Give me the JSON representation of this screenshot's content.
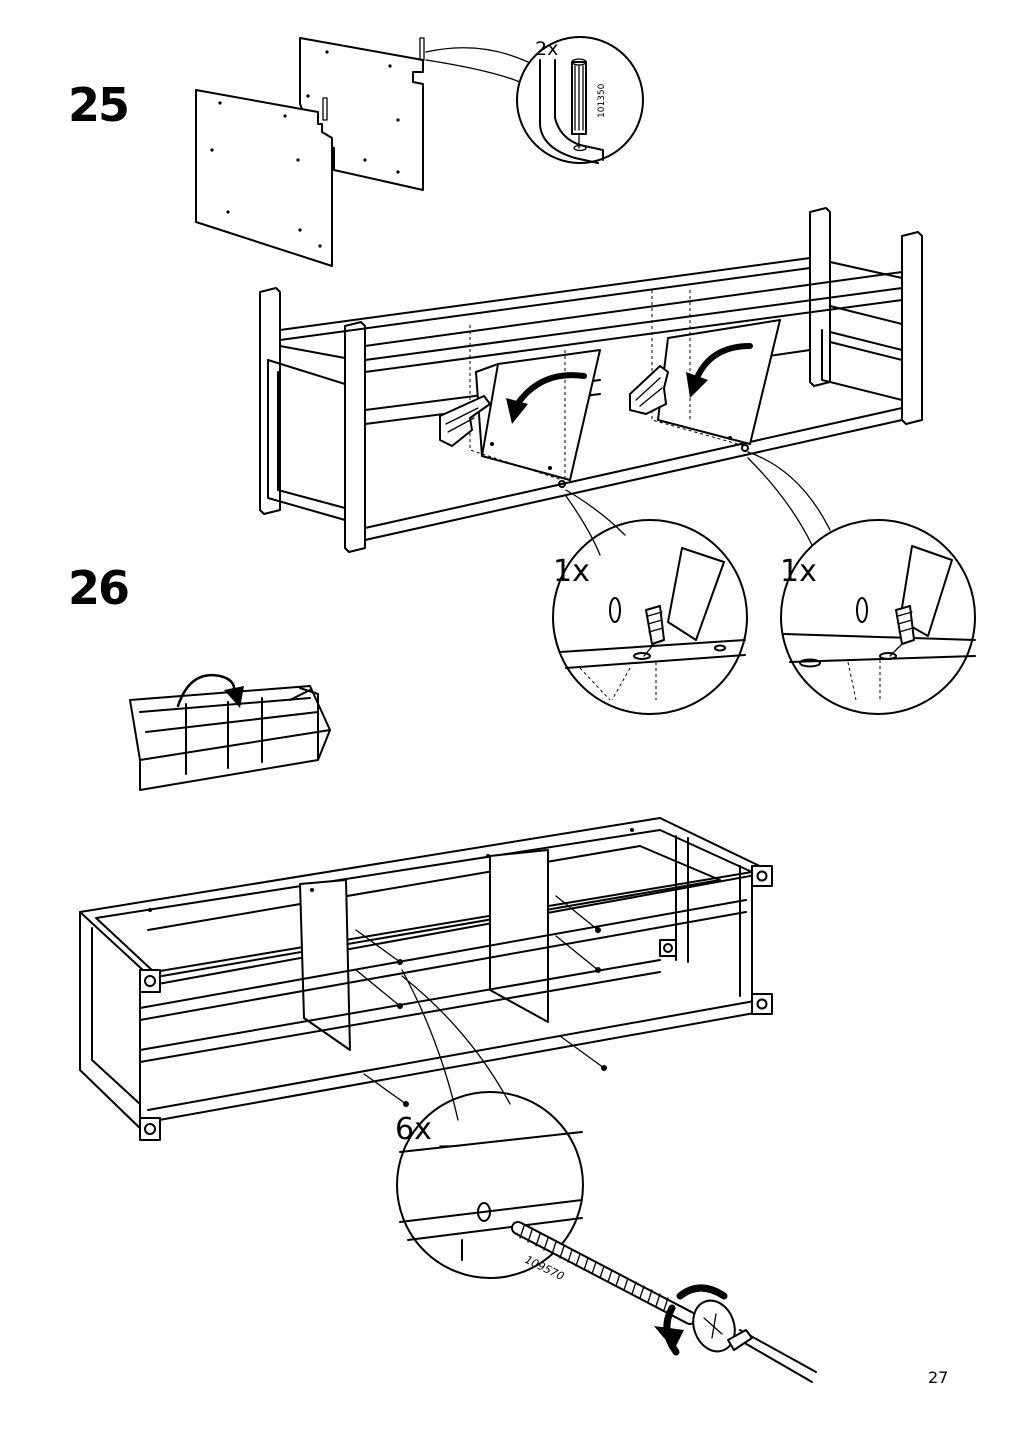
{
  "steps": [
    {
      "number": "25",
      "callouts": [
        {
          "quantity": "2x",
          "part_number": "101350",
          "part": "dowel"
        },
        {
          "quantity": "1x",
          "part": "dowel-in-hole"
        },
        {
          "quantity": "1x",
          "part": "dowel-in-hole"
        }
      ]
    },
    {
      "number": "26",
      "callouts": [
        {
          "quantity": "6x",
          "part_number": "109570",
          "part": "screw"
        }
      ]
    }
  ],
  "page_number": "27"
}
